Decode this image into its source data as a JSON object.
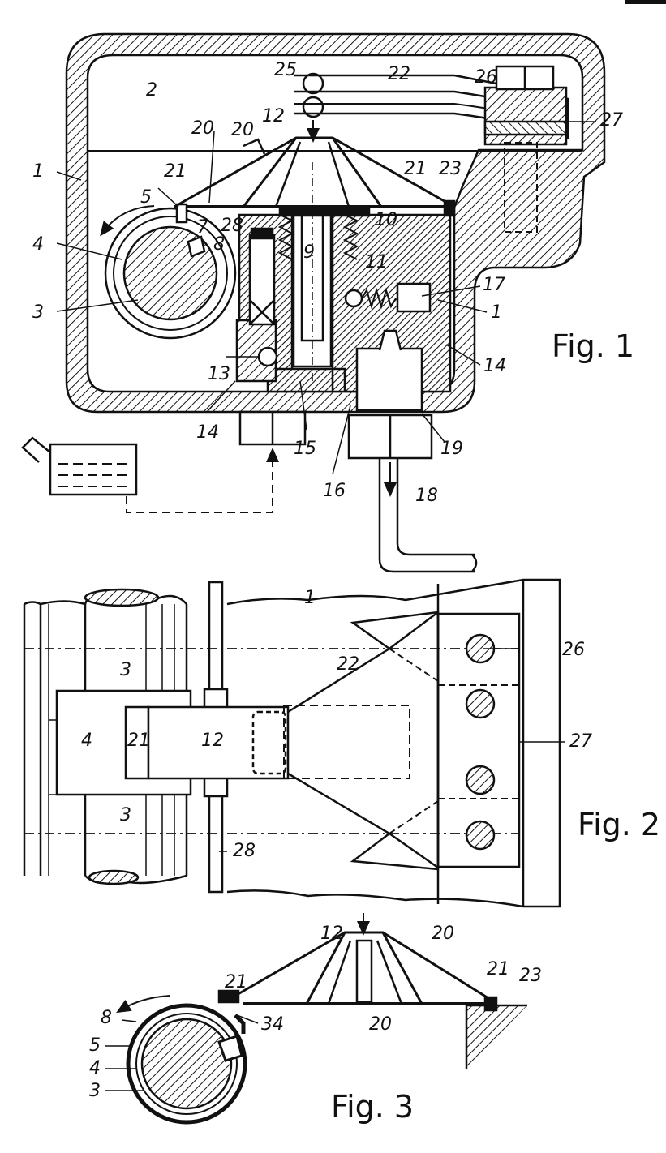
{
  "figures": {
    "fig1": {
      "caption": "Fig. 1",
      "labels": {
        "n1a": "1",
        "n1b": "1",
        "n2": "2",
        "n3": "3",
        "n4": "4",
        "n5": "5",
        "n7": "7",
        "n8": "8",
        "n9": "9",
        "n10": "10",
        "n11": "11",
        "n12": "12",
        "n13": "13",
        "n14a": "14",
        "n14b": "14",
        "n15": "15",
        "n16": "16",
        "n17": "17",
        "n18": "18",
        "n19": "19",
        "n20a": "20",
        "n20b": "20",
        "n21a": "21",
        "n21b": "21",
        "n22": "22",
        "n23": "23",
        "n25": "25",
        "n26": "26",
        "n27": "27",
        "n28": "28"
      }
    },
    "fig2": {
      "caption": "Fig. 2",
      "labels": {
        "n1": "1",
        "n3a": "3",
        "n3b": "3",
        "n4": "4",
        "n12": "12",
        "n21": "21",
        "n22": "22",
        "n26": "26",
        "n27": "27",
        "n28": "28"
      }
    },
    "fig3": {
      "caption": "Fig. 3",
      "labels": {
        "n3": "3",
        "n4": "4",
        "n5": "5",
        "n8": "8",
        "n12": "12",
        "n20a": "20",
        "n20b": "20",
        "n21a": "21",
        "n21b": "21",
        "n23": "23",
        "n34": "34"
      }
    }
  }
}
